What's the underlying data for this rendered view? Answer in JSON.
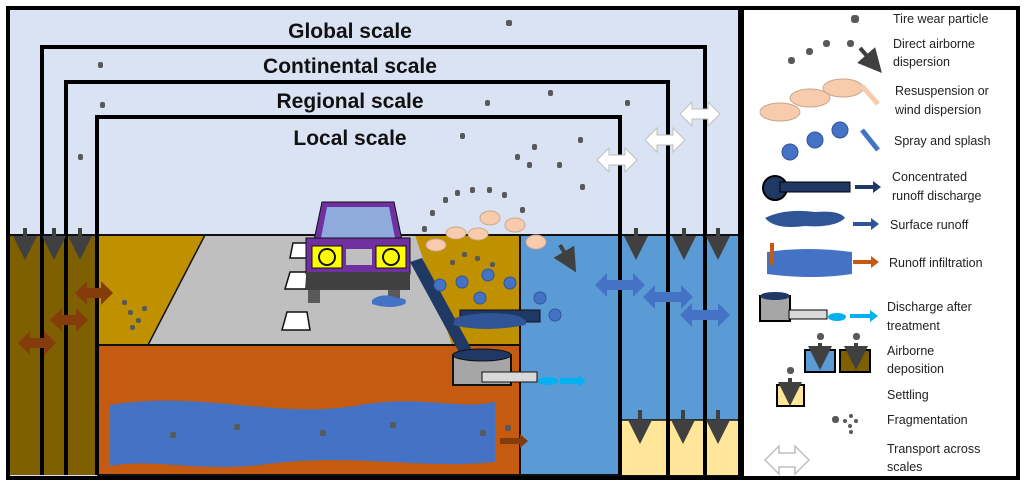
{
  "scales": {
    "global": "Global scale",
    "continental": "Continental scale",
    "regional": "Regional scale",
    "local": "Local scale"
  },
  "legend": {
    "items": [
      {
        "icon": "tire-wear-particle-icon",
        "label": [
          "Tire wear particle"
        ]
      },
      {
        "icon": "direct-airborne-dispersion-icon",
        "label": [
          "Direct airborne",
          "dispersion"
        ]
      },
      {
        "icon": "resuspension-icon",
        "label": [
          "Resuspension or",
          "wind dispersion"
        ]
      },
      {
        "icon": "spray-splash-icon",
        "label": [
          "Spray and splash"
        ]
      },
      {
        "icon": "concentrated-runoff-icon",
        "label": [
          "Concentrated",
          "runoff discharge"
        ]
      },
      {
        "icon": "surface-runoff-icon",
        "label": [
          "Surface runoff"
        ]
      },
      {
        "icon": "runoff-infiltration-icon",
        "label": [
          "Runoff infiltration"
        ]
      },
      {
        "icon": "treatment-discharge-icon",
        "label": [
          "Discharge after",
          "treatment"
        ]
      },
      {
        "icon": "airborne-deposition-icon",
        "label": [
          "Airborne",
          "deposition"
        ]
      },
      {
        "icon": "settling-icon",
        "label": [
          "Settling"
        ]
      },
      {
        "icon": "fragmentation-icon",
        "label": [
          "Fragmentation"
        ]
      },
      {
        "icon": "transport-across-scales-icon",
        "label": [
          "Transport across",
          "scales"
        ]
      }
    ]
  },
  "colors": {
    "sky": "#dae3f3",
    "deep_soil": "#7f6000",
    "grass_soil": "#bf9000",
    "road": "#bfbfbf",
    "subsoil": "#c55a11",
    "groundwater": "#4472c4",
    "surface_water": "#5b9bd5",
    "sediment": "#ffe699",
    "car": "#7030a0",
    "particle": "#595959",
    "runoff": "#1f3864"
  }
}
